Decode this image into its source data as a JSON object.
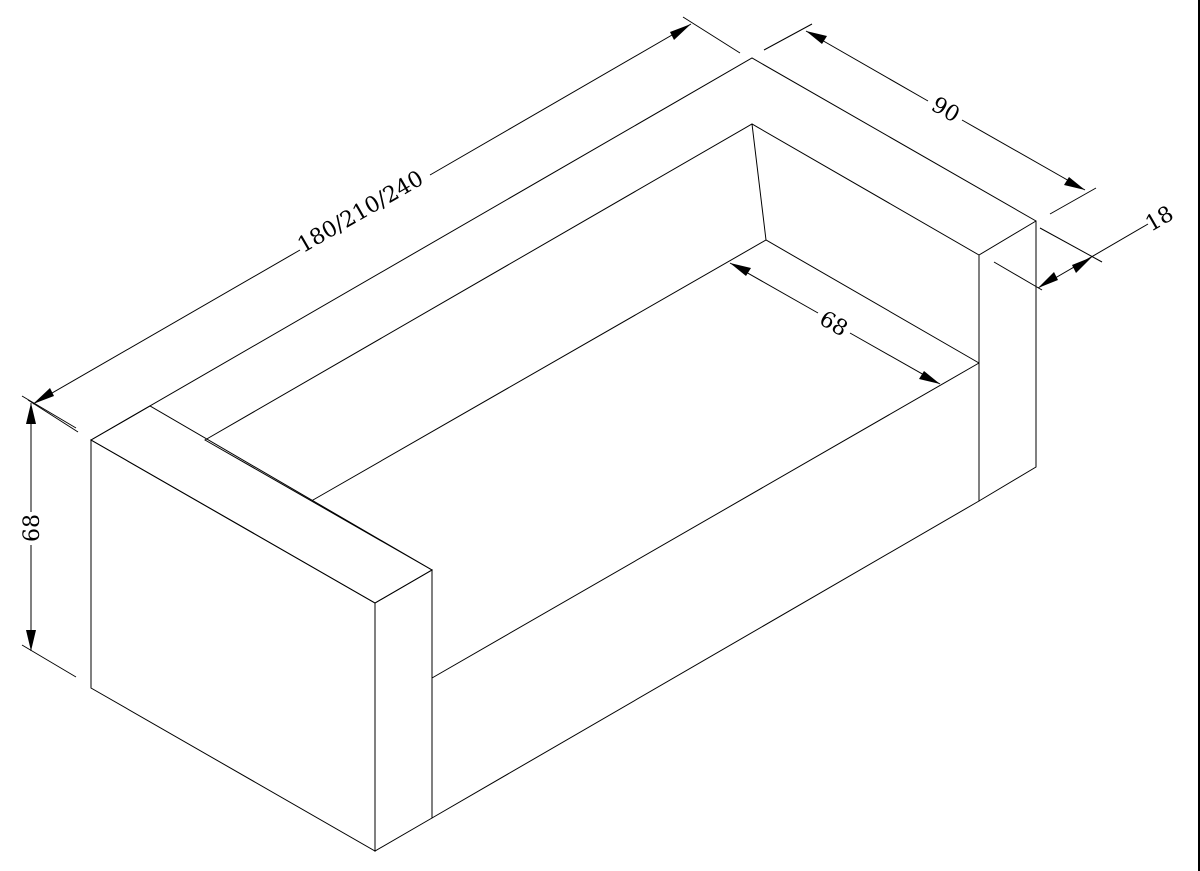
{
  "drawing": {
    "subject": "sofa-isometric",
    "line_color": "#000000",
    "background": "#ffffff"
  },
  "dimensions": {
    "overall_length": "180/210/240",
    "overall_depth": "90",
    "armrest_width": "18",
    "seat_depth": "68",
    "overall_height": "68"
  }
}
